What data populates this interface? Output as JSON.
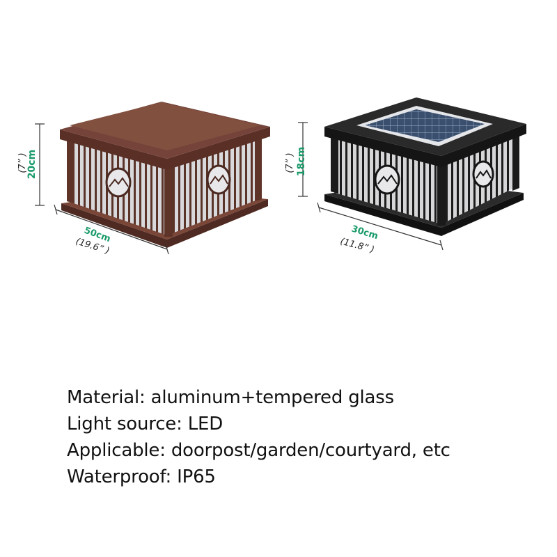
{
  "products": {
    "large": {
      "color": "#6b3b2e",
      "height_metric": "20cm",
      "height_imperial": "(7” )",
      "width_metric": "50cm",
      "width_imperial": "(19.6” )"
    },
    "small": {
      "color": "#1e1e1e",
      "height_metric": "18cm",
      "height_imperial": "(7” )",
      "width_metric": "30cm",
      "width_imperial": "(11.8” )"
    }
  },
  "specs": [
    "Material: aluminum+tempered glass",
    "Light source: LED",
    "Applicable: doorpost/garden/courtyard, etc",
    "Waterproof: IP65"
  ],
  "colors": {
    "dimension_accent": "#1a9b6a",
    "text": "#111111"
  }
}
